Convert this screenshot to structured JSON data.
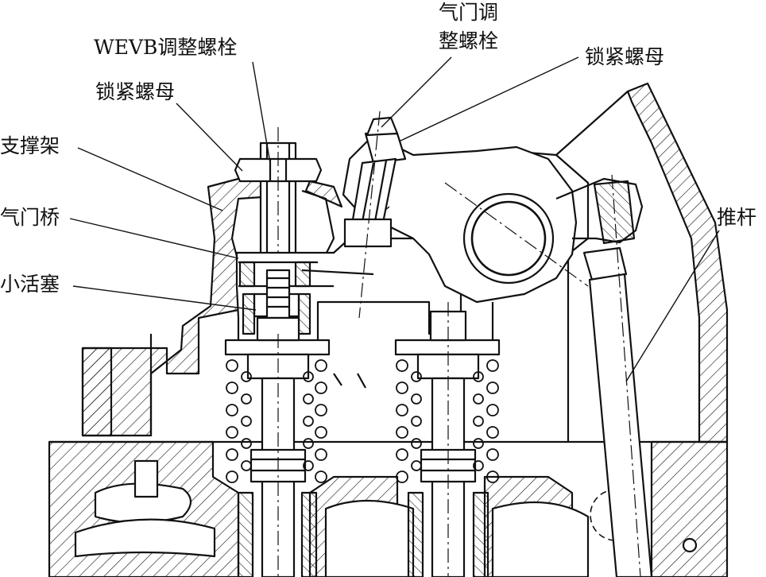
{
  "labels": {
    "wevb_adjust_bolt": "WEVB调整螺栓",
    "lock_nut_left": "锁紧螺母",
    "support_bracket": "支撑架",
    "valve_bridge": "气门桥",
    "small_piston": "小活塞",
    "valve_adjust_bolt_line1": "气门调",
    "valve_adjust_bolt_line2": "整螺栓",
    "lock_nut_right": "锁紧螺母",
    "push_rod": "推杆"
  },
  "colors": {
    "line": "#111111",
    "background": "#ffffff"
  }
}
